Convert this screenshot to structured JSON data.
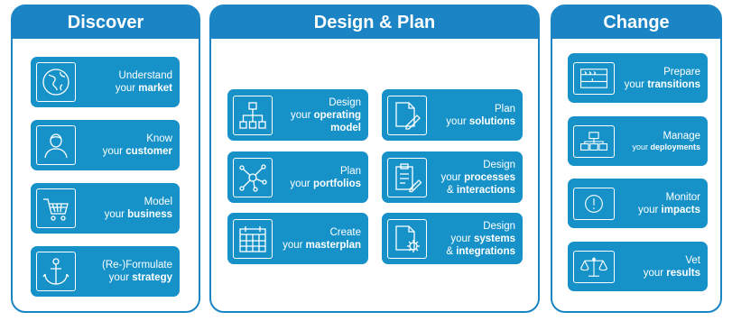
{
  "panels": {
    "discover": "Discover",
    "design": "Design & Plan",
    "change": "Change"
  },
  "discover": [
    {
      "l1": "Understand",
      "pre": "your ",
      "bold": "market",
      "post": "",
      "icon": "globe-icon"
    },
    {
      "l1": "Know",
      "pre": "your ",
      "bold": "customer",
      "post": "",
      "icon": "person-icon"
    },
    {
      "l1": "Model",
      "pre": "your ",
      "bold": "business",
      "post": "",
      "icon": "shopping-cart-icon"
    },
    {
      "l1": "(Re-)Formulate",
      "pre": "your ",
      "bold": "strategy",
      "post": "",
      "icon": "anchor-icon"
    }
  ],
  "design_left": [
    {
      "l1": "Design",
      "pre": "your ",
      "bold": "operating model",
      "post": "",
      "icon": "org-chart-icon"
    },
    {
      "l1": "Plan",
      "pre": "your ",
      "bold": "portfolios",
      "post": "",
      "icon": "network-icon"
    },
    {
      "l1": "Create",
      "pre": "your ",
      "bold": "masterplan",
      "post": "",
      "icon": "calendar-icon"
    }
  ],
  "design_right": [
    {
      "l1": "Plan",
      "pre": "your ",
      "bold": "solutions",
      "post": "",
      "icon": "document-pen-icon"
    },
    {
      "l1": "Design",
      "pre": "your ",
      "bold": "processes",
      "post2pre": "& ",
      "post2": "interactions",
      "icon": "clipboard-pen-icon"
    },
    {
      "l1": "Design",
      "pre": "your ",
      "bold": "systems",
      "post2pre": "& ",
      "post2": "integrations",
      "icon": "document-gear-icon"
    }
  ],
  "change": [
    {
      "l1": "Prepare",
      "pre": "your ",
      "bold": "transitions",
      "icon": "transition-board-icon"
    },
    {
      "l1": "Manage",
      "pre": "your ",
      "bold": "deployments",
      "icon": "deployment-network-icon"
    },
    {
      "l1": "Monitor",
      "pre": "your ",
      "bold": "impacts",
      "icon": "alert-icon"
    },
    {
      "l1": "Vet",
      "pre": "your ",
      "bold": "results",
      "icon": "scales-icon"
    }
  ]
}
